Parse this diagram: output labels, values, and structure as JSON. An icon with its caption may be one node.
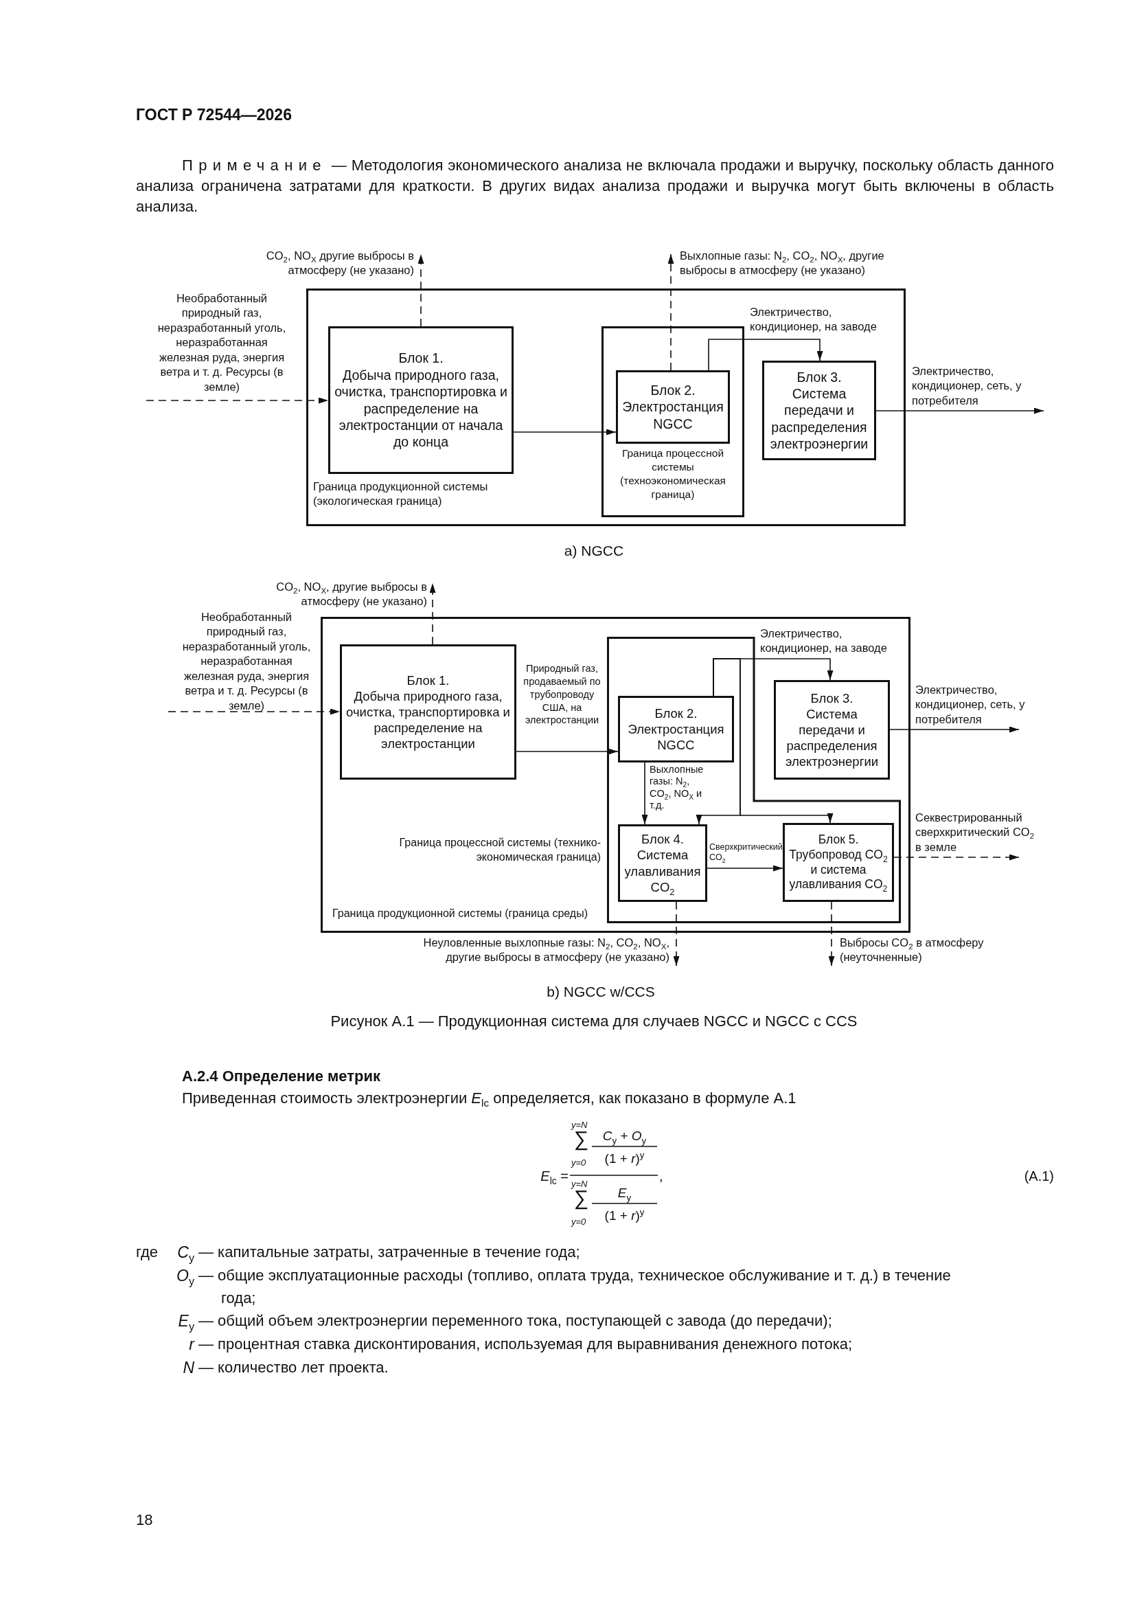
{
  "diagram": {
    "caption": "Рисунок А.1 — Продукционная система для случаев NGCC и NGCC с CCS",
    "nodes": [
      {
        "text": [
          "Граница продукционной системы (экологическая граница)"
        ]
      },
      {
        "text": [
          "Блок 1.",
          "Добыча природного газа, очистка, транспортировка и распределение на электростанции от начала до конца"
        ],
        "in": 0
      },
      {
        "text": [
          "Граница процессной системы (техноэкономическая граница)"
        ],
        "in": 0
      },
      {
        "text": [
          "Блок 2.",
          "Электростанция NGCC"
        ],
        "in": 2
      },
      {
        "text": [
          "Блок 3.",
          "Система передачи и распределения электроэнергии"
        ],
        "in": 0
      },
      {
        "text": [
          "Граница продукционной системы (граница среды)"
        ]
      },
      {
        "text": [
          "Блок 1.",
          "Добыча природного газа, очистка, транспортировка и распределение на электростанции"
        ],
        "in": 5
      },
      {
        "text": [
          "Граница процессной системы (технико-экономическая граница)"
        ],
        "in": 5
      },
      {
        "text": [
          "Блок 2.",
          "Электростанция NGCC"
        ],
        "in": 7
      },
      {
        "text": [
          "Блок 3.",
          "Система передачи и распределения электроэнергии"
        ],
        "in": 5
      },
      {
        "text": [
          "Блок 4.",
          "Система улавливания CO$_{2}$"
        ],
        "in": 7
      },
      {
        "text": [
          "Блок 5.",
          "Трубопровод CO$_{2}$ и система улавливания CO$_{2}$"
        ],
        "in": 7
      }
    ],
    "edges": [
      {
        "from": null,
        "to": 1,
        "arrow": "to",
        "style": "dashed",
        "label": "Необработанный природный газ, неразработанный уголь, неразработанная железная руда, энергия ветра и т. д. Ресурсы (в земле)"
      },
      {
        "from": 1,
        "to": null,
        "arrow": "to",
        "style": "dashed",
        "label": "CO$_{2}$, NO$_{X}$ другие выбросы в атмосферу (не указано)"
      },
      {
        "from": 1,
        "to": 3,
        "arrow": "to"
      },
      {
        "from": 3,
        "to": null,
        "arrow": "to",
        "style": "dashed",
        "label": "Выхлопные газы: N$_{2}$, CO$_{2}$, NO$_{X}$, другие выбросы в атмосферу (не указано)"
      },
      {
        "from": 3,
        "to": 4,
        "arrow": "to",
        "label": "Электричество, кондиционер, на заводе"
      },
      {
        "from": 4,
        "to": null,
        "arrow": "to",
        "label": "Электричество, кондиционер, сеть, у потребителя"
      },
      {
        "from": null,
        "to": 6,
        "arrow": "to",
        "style": "dashed",
        "label": "Необработанный природный газ, неразработанный уголь, неразработанная железная руда, энергия ветра и т. д. Ресурсы (в земле)"
      },
      {
        "from": 6,
        "to": null,
        "arrow": "to",
        "style": "dashed",
        "label": "CO$_{2}$, NO$_{X}$, другие выбросы в атмосферу (не указано)"
      },
      {
        "from": 6,
        "to": 8,
        "arrow": "to",
        "label": "Природный газ, продаваемый по трубопроводу США, на электростанции"
      },
      {
        "from": 8,
        "to": 9,
        "arrow": "to",
        "label": "Электричество, кондиционер, на заводе"
      },
      {
        "from": 8,
        "to": 10,
        "arrow": "to",
        "label": "Выхлопные газы: N$_{2}$, CO$_{2}$, NO$_{X}$ и т.д."
      },
      {
        "from": 8,
        "to": 10,
        "arrow": "to"
      },
      {
        "from": 8,
        "to": 11,
        "arrow": "to"
      },
      {
        "from": 10,
        "to": 11,
        "arrow": "to",
        "label": "Сверхкритический CO$_{2}$"
      },
      {
        "from": 9,
        "to": null,
        "arrow": "to",
        "label": "Электричество, кондиционер, сеть, у потребителя"
      },
      {
        "from": 11,
        "to": null,
        "arrow": "to",
        "style": "dashed",
        "label": "Секвестрированный сверхкритический CO$_{2}$ в земле"
      },
      {
        "from": 10,
        "to": null,
        "arrow": "to",
        "style": "dashed",
        "label": "Неуловленные выхлопные газы: N$_{2}$, CO$_{2}$, NO$_{X}$, другие выбросы в атмосферу (не указано)"
      },
      {
        "from": 11,
        "to": null,
        "arrow": "to",
        "style": "dashed",
        "label": "Выбросы CO$_{2}$ в атмосферу (неуточненные)"
      }
    ],
    "labels": [
      "ГОСТ Р 72544—2026",
      "Примечание — Методология экономического анализа не включала продажи и выручку, поскольку область данного анализа ограничена затратами для краткости. В других видах анализа продажи и выручка могут быть включены в область анализа.",
      "a) NGCC",
      "b) NGCC w/CCS",
      "А.2.4 Определение метрик",
      "Приведенная стоимость электроэнергии *E*$_{lc}$ определяется, как показано в формуле А.1",
      "*E*$_{lc}$ =",
      "y=N",
      "∑",
      "y=0",
      "*C*$_{y}$ + *O*$_{y}$",
      "(1 + *r*)$^{y}$",
      "y=N",
      "∑",
      "y=0",
      "*E*$_{y}$",
      "(1 + *r*)$^{y}$",
      ",",
      "(А.1)",
      "где",
      "*C*$_{y}$",
      "— капитальные затраты, затраченные в течение года;",
      "*O*$_{y}$",
      "— общие эксплуатационные расходы (топливо, оплата труда, техническое обслуживание и т. д.) в течение года;",
      "*E*$_{y}$",
      "— общий объем электроэнергии переменного тока, поступающей с завода (до передачи);",
      "r",
      "— процентная ставка дисконтирования, используемая для выравнивания денежного потока;",
      "N",
      "— количество лет проекта.",
      "18"
    ]
  }
}
